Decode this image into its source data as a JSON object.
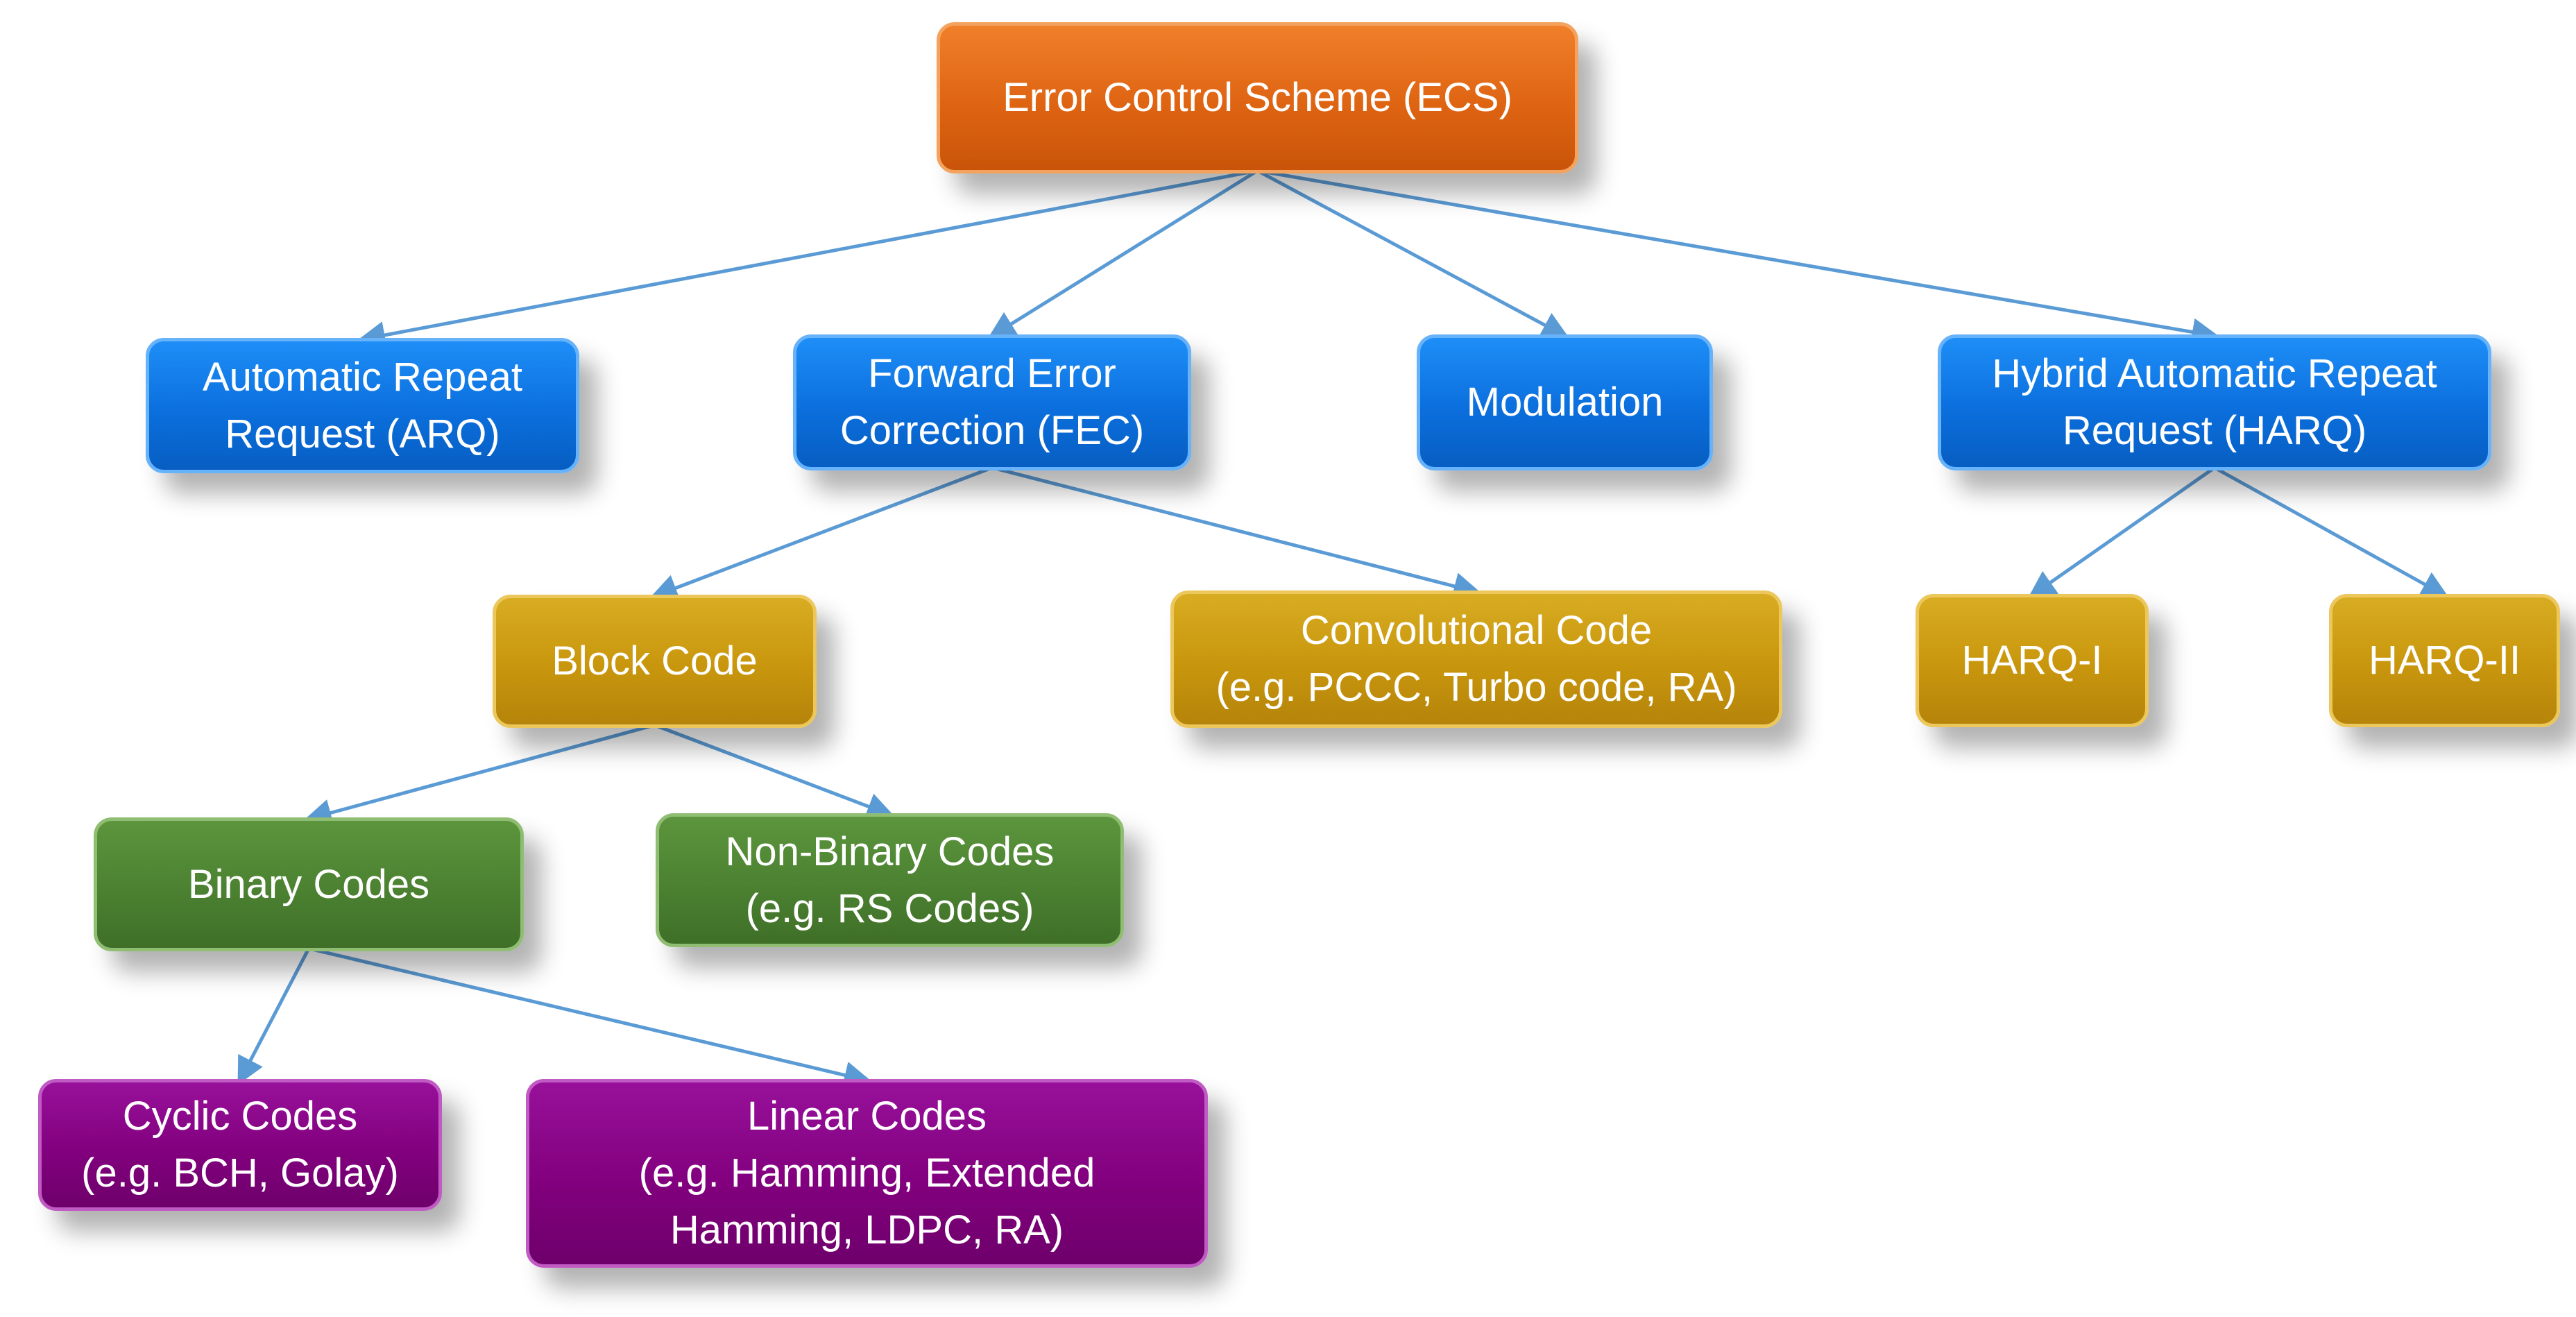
{
  "colors": {
    "orange": "#de6412",
    "blue": "#0b6fdd",
    "gold": "#c8960d",
    "green": "#4b8131",
    "purple": "#82007e",
    "connector": "#5b9bd5"
  },
  "nodes": {
    "ecs": {
      "lines": [
        "Error Control Scheme (ECS)"
      ]
    },
    "arq": {
      "lines": [
        "Automatic Repeat",
        "Request (ARQ)"
      ]
    },
    "fec": {
      "lines": [
        "Forward Error",
        "Correction (FEC)"
      ]
    },
    "mod": {
      "lines": [
        "Modulation"
      ]
    },
    "harq": {
      "lines": [
        "Hybrid Automatic Repeat",
        "Request (HARQ)"
      ]
    },
    "block": {
      "lines": [
        "Block Code"
      ]
    },
    "conv": {
      "lines": [
        "Convolutional Code",
        "(e.g. PCCC, Turbo code, RA)"
      ]
    },
    "harq1": {
      "lines": [
        "HARQ-I"
      ]
    },
    "harq2": {
      "lines": [
        "HARQ-II"
      ]
    },
    "binary": {
      "lines": [
        "Binary Codes"
      ]
    },
    "nonbin": {
      "lines": [
        "Non-Binary Codes",
        "(e.g. RS Codes)"
      ]
    },
    "cyclic": {
      "lines": [
        "Cyclic Codes",
        "(e.g. BCH, Golay)"
      ]
    },
    "linear": {
      "lines": [
        "Linear Codes",
        "(e.g. Hamming, Extended",
        "Hamming, LDPC, RA)"
      ]
    }
  },
  "edges": [
    [
      "ecs",
      "arq"
    ],
    [
      "ecs",
      "fec"
    ],
    [
      "ecs",
      "mod"
    ],
    [
      "ecs",
      "harq"
    ],
    [
      "fec",
      "block"
    ],
    [
      "fec",
      "conv"
    ],
    [
      "harq",
      "harq1"
    ],
    [
      "harq",
      "harq2"
    ],
    [
      "block",
      "binary"
    ],
    [
      "block",
      "nonbin"
    ],
    [
      "binary",
      "cyclic"
    ],
    [
      "binary",
      "linear"
    ]
  ]
}
